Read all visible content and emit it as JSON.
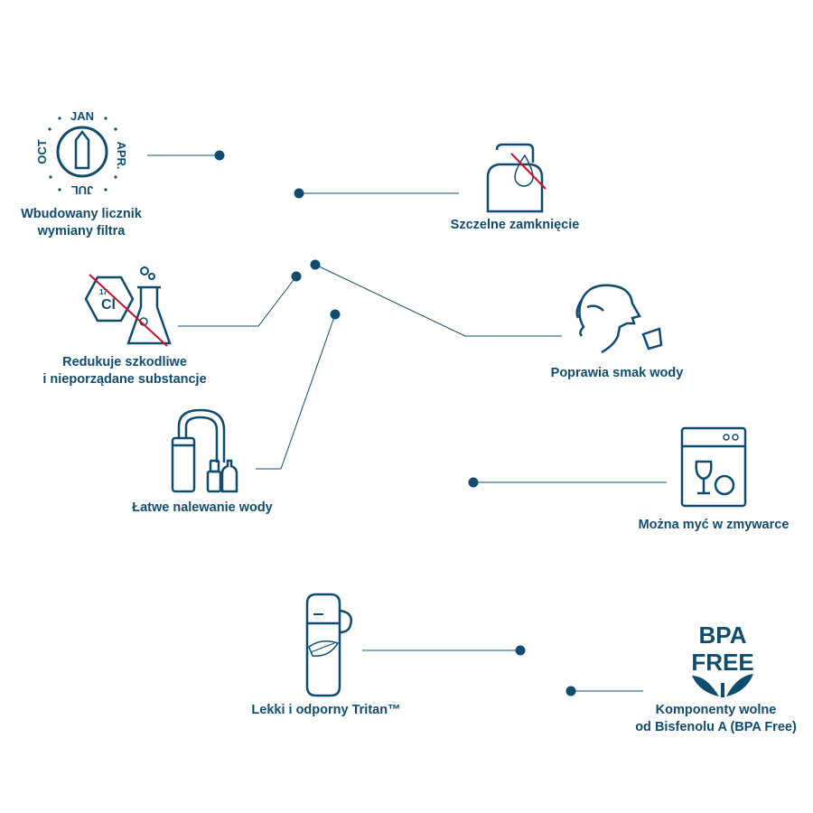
{
  "colors": {
    "primary": "#0f4c6e",
    "strike": "#c8102e",
    "background": "#ffffff"
  },
  "features": [
    {
      "id": "filter-counter",
      "icon": "filter-dial-icon",
      "lines": [
        "Wbudowany licznik",
        "wymiany filtra"
      ]
    },
    {
      "id": "airtight-seal",
      "icon": "cap-no-drip-icon",
      "lines": [
        "Szczelne zamknięcie"
      ]
    },
    {
      "id": "reduces-substances",
      "icon": "chlorine-flask-crossed-icon",
      "lines": [
        "Redukuje szkodliwe",
        "i nieporządane substancje"
      ]
    },
    {
      "id": "improves-taste",
      "icon": "person-drinking-icon",
      "lines": [
        "Poprawia smak wody"
      ]
    },
    {
      "id": "easy-filling",
      "icon": "tap-bottle-icon",
      "lines": [
        "Łatwe nalewanie wody"
      ]
    },
    {
      "id": "dishwasher-safe",
      "icon": "dishwasher-icon",
      "lines": [
        "Można myć w zmywarce"
      ]
    },
    {
      "id": "tritan",
      "icon": "bottle-feather-icon",
      "lines": [
        "Lekki i odporny Tritan™"
      ]
    },
    {
      "id": "bpa-free",
      "icon": "bpa-free-icon",
      "lines": [
        "Komponenty wolne",
        "od Bisfenolu A (BPA Free)"
      ]
    }
  ],
  "dial": {
    "top": "JAN",
    "right": "APR.",
    "bottom": "JUL",
    "left": "OCT"
  },
  "chlorine": {
    "symbol": "Cl",
    "number": "17"
  },
  "bpa_badge": {
    "line1": "BPA",
    "line2": "FREE"
  }
}
